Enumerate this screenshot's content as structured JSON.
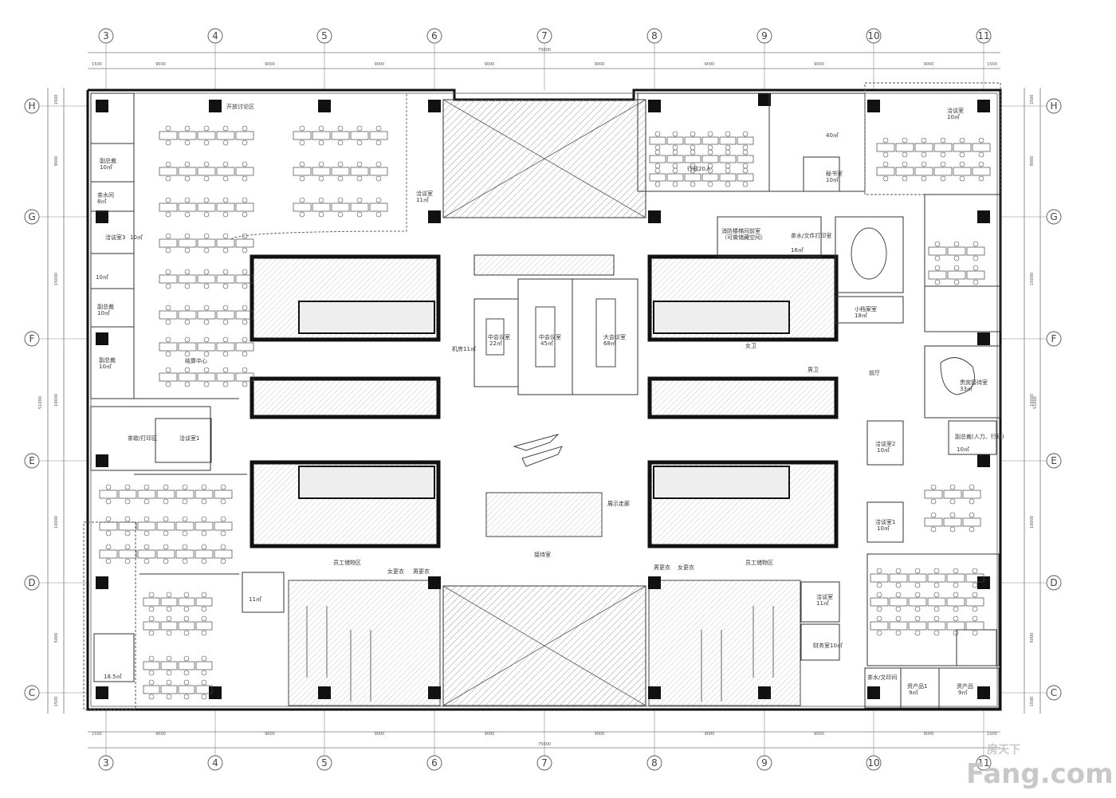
{
  "grid": {
    "columns": [
      "3",
      "4",
      "5",
      "6",
      "7",
      "8",
      "9",
      "10",
      "11"
    ],
    "rows": [
      "H",
      "G",
      "F",
      "E",
      "D",
      "C"
    ]
  },
  "dimensions": {
    "top_segments": [
      "1500",
      "9000",
      "9000",
      "9000",
      "9000",
      "9000",
      "9000",
      "9000",
      "9000",
      "1500"
    ],
    "total_width": "75000",
    "left_segments": [
      "1500",
      "9000",
      "15000",
      "10000",
      "10000",
      "5000",
      "1500"
    ],
    "total_height": "51000"
  },
  "rooms": {
    "open_discussion": "开放讨论区",
    "vp_room": "副总裁",
    "vp_area": "10㎡",
    "tea_room": "茶水间",
    "tea_area": "8㎡",
    "meeting_room_3": "洽谈室3",
    "meeting_room_3_area": "10㎡",
    "area_10": "10㎡",
    "vp_office": "副总裁",
    "vp_office_area": "10㎡",
    "vp_room_2": "副总裁",
    "vp_room_2_area": "10㎡",
    "settlement_center": "结算中心",
    "meeting_left": "洽谈室",
    "meeting_left_area": "11㎡",
    "tea_print": "茶歇/打印区",
    "meeting_room_1": "洽谈室1",
    "area_18_5": "18.5㎡",
    "area_11_left": "11㎡",
    "machine_room": "机房11㎡",
    "mid_meeting_2": "中会议室",
    "mid_meeting_2_area": "22㎡",
    "mid_meeting": "中会议室",
    "mid_meeting_area": "45㎡",
    "large_meeting": "大会议室",
    "large_meeting_area": "68㎡",
    "exhibition_corridor": "展示走廊",
    "reception": "接待室",
    "staff_storage_left": "员工储物区",
    "changing_female": "女更衣",
    "changing_male": "男更衣",
    "staff_storage_right": "员工储物区",
    "admin_20": "行政20人",
    "area_40": "40㎡",
    "secretary": "秘书室",
    "secretary_area": "10㎡",
    "meeting_right_top": "洽谈室",
    "meeting_right_top_area": "10㎡",
    "fire_stair": "消防楼梯间前室",
    "fire_stair_note": "（可做储藏空间）",
    "tea_print_right": "茶水/文件打印室",
    "tea_print_right_area": "16㎡",
    "small_archive": "小档案室",
    "small_archive_area": "18㎡",
    "lobby": "前厅",
    "vip_reception": "贵宾接待室",
    "vip_reception_area": "33㎡",
    "vp_hr": "副总裁(人力、行政)",
    "vp_hr_area": "10㎡",
    "meeting_2": "洽谈室2",
    "meeting_2_area": "10㎡",
    "meeting_1_right": "洽谈室1",
    "meeting_1_right_area": "10㎡",
    "meeting_bottom_right": "洽谈室",
    "meeting_bottom_right_area": "11㎡",
    "finance_room": "财务室10㎡",
    "tea_print_bottom": "茶水/文印间",
    "asset_1": "资产品1",
    "asset_1_area": "9㎡",
    "asset_2": "资产品",
    "asset_2_area": "9㎡",
    "female_wc": "女卫",
    "male_wc": "男卫"
  },
  "watermark": {
    "brand": "Fang.com",
    "chinese": "房天下"
  }
}
